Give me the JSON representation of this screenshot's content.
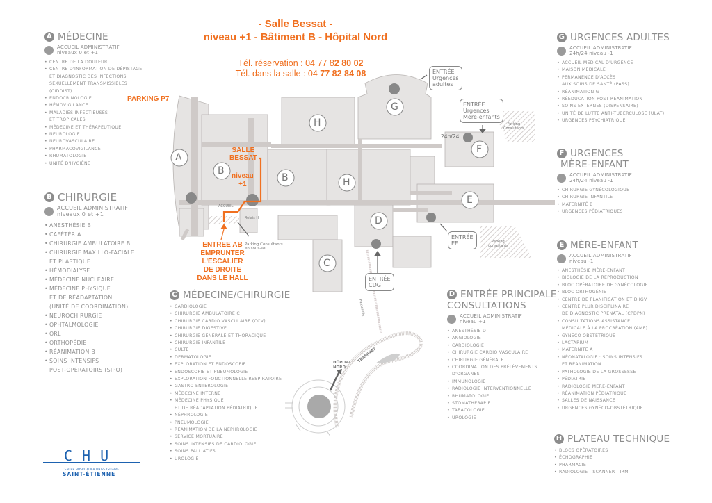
{
  "header": {
    "line1": "- Salle Bessat -",
    "line2": "niveau +1 - Bâtiment B - Hôpital Nord",
    "phone_reservation_label": "Tél. réservation : 04 77 8",
    "phone_reservation_bold": "2 80 02",
    "phone_salle_label": "Tél. dans la salle : 04 ",
    "phone_salle_bold": "77 82 84 08"
  },
  "annotations": {
    "parking_p7": "PARKING P7",
    "salle_bessat_1": "SALLE",
    "salle_bessat_2": "BESSAT",
    "niveau_1": "niveau",
    "niveau_2": "+1",
    "entree_ab": [
      "ENTREE AB",
      "EMPRUNTER",
      "L'ESCALIER",
      "DE DROITE",
      "DANS LE HALL"
    ],
    "accueil_small": "ACCUEIL",
    "relais_small": "Relais H",
    "parking_consultants_sous_sol": [
      "Parking Consultants",
      "en sous-sol"
    ],
    "parking_consultants_1": [
      "Parking",
      "Consultants"
    ],
    "parking_consultants_2": [
      "Parking",
      "consultants"
    ],
    "h24": "24h/24",
    "passerelle": "Passerelle",
    "tramway": "TRAMWAY",
    "hopital_nord": [
      "HÔPITAL",
      "NORD"
    ]
  },
  "callouts": {
    "urgences_adultes": [
      "ENTRÉE",
      "Urgences",
      "adultes"
    ],
    "urgences_mere_enfants": [
      "ENTRÉE",
      "Urgences",
      "Mère-enfants"
    ],
    "entree_ef": [
      "ENTRÉE",
      "EF"
    ],
    "entree_cdg": [
      "ENTRÉE",
      "CDG"
    ]
  },
  "buildings": [
    "A",
    "B",
    "B",
    "H",
    "H",
    "G",
    "F",
    "E",
    "D",
    "C"
  ],
  "legends": {
    "A": {
      "badge": "A",
      "title": "MÉDECINE",
      "accueil": [
        "ACCUEIL ADMINISTRATIF",
        "niveaux 0 et +1"
      ],
      "items": [
        "CENTRE DE LA DOULEUR",
        "CENTRE D'INFORMATION DE DÉPISTAGE\nET DIAGNOSTIC DES INFECTIONS\nSEXUELLEMENT TRANSMISSIBLES\n(CIDDIST)",
        "ENDOCRINOLOGIE",
        "HÉMOVIGILANCE",
        "MALADIES INFECTIEUSES\nET TROPICALES",
        "MÉDECINE ET THÉRAPEUTIQUE",
        "NEUROLOGIE",
        "NEUROVASCULAIRE",
        "PHARMACOVIGILANCE",
        "RHUMATOLOGIE",
        "UNITÉ D'HYGIÈNE"
      ]
    },
    "B": {
      "badge": "B",
      "title": "CHIRURGIE",
      "accueil": [
        "ACCUEIL ADMINISTRATIF",
        "niveaux 0 et +1"
      ],
      "items": [
        "ANESTHÉSIE B",
        "CAFÉTÉRIA",
        "CHIRURGIE AMBULATOIRE B",
        "CHIRURGIE MAXILLO-FACIALE\nET PLASTIQUE",
        "HÉMODIALYSE",
        "MÉDECINE NUCLÉAIRE",
        "MÉDECINE PHYSIQUE\nET DE RÉADAPTATION\n(UNITÉ DE COORDINATION)",
        "NEUROCHIRURGIE",
        "OPHTALMOLOGIE",
        "ORL",
        "ORTHOPÉDIE",
        "RÉANIMATION B",
        "SOINS INTENSIFS\nPOST-OPÉRATOIRS (SIPO)"
      ]
    },
    "C": {
      "badge": "C",
      "title": "MÉDECINE/CHIRURGIE",
      "items": [
        "CARDIOLOGIE",
        "CHIRURGIE AMBULATOIRE C",
        "CHIRURGIE CARDIO VASCULAIRE (CCV)",
        "CHIRURGIE DIGESTIVE",
        "CHIRURGIE GÉNÉRALE ET THORACIQUE",
        "CHIRURGIE INFANTILE",
        "CULTE",
        "DERMATOLOGIE",
        "EXPLORATION ET ENDOSCOPIE",
        "ENDOSCOPIE ET PNEUMOLOGIE",
        "EXPLORATION FONCTIONNELLE RESPIRATOIRE",
        "GASTRO ENTEROLOGIE",
        "MÉDECINE INTERNE",
        "MÉDECINE PHYSIQUE\nET DE RÉADAPTATION PÉDIATRIQUE",
        "NÉPHROLOGIE",
        "PNEUMOLOGIE",
        "RÉANIMATION DE LA NÉPHROLOGIE",
        "SERVICE MORTUAIRE",
        "SOINS INTENSIFS DE CARDIOLOGIE",
        "SOINS PALLIATIFS",
        "UROLOGIE"
      ]
    },
    "D": {
      "badge": "D",
      "title": "ENTRÉE PRINCIPALE",
      "title2": "CONSULTATIONS",
      "accueil": [
        "ACCUEIL ADMINISTRATIF",
        "niveau +1"
      ],
      "items": [
        "ANESTHÉSIE D",
        "ANGIOLOGIE",
        "CARDIOLOGIE",
        "CHIRURGIE CARDIO VASCULAIRE",
        "CHIRURGIE GÉNÉRALE",
        "COORDINATION DES PRÉLÈVEMENTS\nD'ORGANES",
        "IMMUNOLOGIE",
        "RADIOLOGIE INTERVENTIONNELLE",
        "RHUMATOLOGIE",
        "STOMATHÉRAPIE",
        "TABACOLOGIE",
        "UROLOGIE"
      ]
    },
    "G": {
      "badge": "G",
      "title": "URGENCES ADULTES",
      "accueil": [
        "ACCUEIL ADMINISTRATIF",
        "24h/24 niveau -1"
      ],
      "items": [
        "ACCUEIL MÉDICAL D'URGENCE",
        "MAISON MÉDICALE",
        "PERMANENCE D'ACCÈS\nAUX SOINS DE SANTÉ (PASS)",
        "RÉANIMATION G",
        "RÉEDUCATION POST RÉANIMATION",
        "SOINS EXTERNES (DISPENSAIRE)",
        "UNITÉ DE LUTTE ANTI-TUBERCULOSE (ULAT)",
        "URGENCES PSYCHIATRIQUE"
      ]
    },
    "F": {
      "badge": "F",
      "title": "URGENCES",
      "title2": "MÈRE-ENFANT",
      "accueil": [
        "ACCUEIL ADMINISTRATIF",
        "24h/24 niveau -1"
      ],
      "items": [
        "CHIRURGIE GYNÉCOLOGIQUE",
        "CHIRURGIE INFANTILE",
        "MATERNITÉ B",
        "URGENCES PÉDIATRIQUES"
      ]
    },
    "E": {
      "badge": "E",
      "title": "MÈRE-ENFANT",
      "accueil": [
        "ACCUEIL ADMINISTRATIF",
        "niveau -1"
      ],
      "items": [
        "ANESTHÉSIE MÈRE-ENFANT",
        "BIOLOGIE DE LA REPRODUCTION",
        "BLOC OPÉRATOIRE DE GYNÉCOLOGIE",
        "BLOC ORTHOGÉNIE",
        "CENTRE DE PLANIFICATION ET D'IGV",
        "CENTRE PLURIDISCIPLINAIRE\nDE DIAGNOSTIC PRÉNATAL (CPDPN)",
        "CONSULTATIONS ASSISTANCE\nMÉDICALE À LA PROCRÉATION (AMP)",
        "GYNÉCO OBSTÉTRIQUE",
        "LACTARIUM",
        "MATERNITÉ A",
        "NÉONATALOGIE : SOINS INTENSIFS\nET RÉANIMATION",
        "PATHOLOGIE DE LA GROSSESSE",
        "PÉDIATRIE",
        "RADIOLOGIE MÈRE-ENFANT",
        "RÉANIMATION PÉDIATRIQUE",
        "SALLES DE NAISSANCE",
        "URGENCES GYNÉCO-OBSTÉTRIQUE"
      ]
    },
    "H": {
      "badge": "H",
      "title": "PLATEAU TECHNIQUE",
      "items": [
        "BLOCS OPÉRATOIRES",
        "ÉCHOGRAPHIE",
        "PHARMACIE",
        "RADIOLOGIE - SCANNER - IRM"
      ]
    }
  },
  "logo": {
    "name": "CHU",
    "subtitle": "CENTRE HOSPITALIER UNIVERSITAIRE",
    "city": "SAINT-ÉTIENNE"
  },
  "colors": {
    "accent": "#f07020",
    "building": "#e6e4e3",
    "corridor": "#cfcac8",
    "text": "#8c8c8c",
    "logo": "#1d62b0"
  }
}
